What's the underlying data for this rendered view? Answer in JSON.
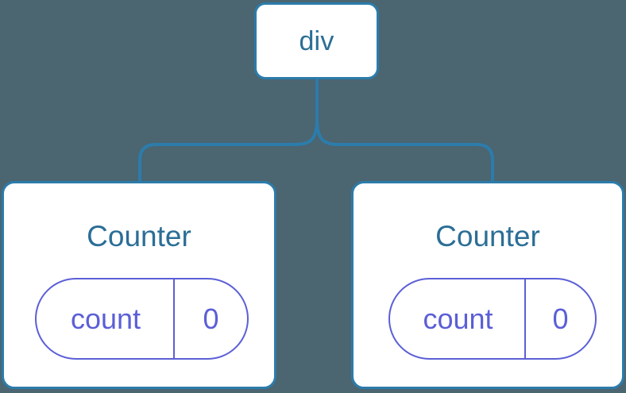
{
  "diagram": {
    "type": "component-tree",
    "background_color": "#4b6571",
    "node_border_color": "#2c7cab",
    "node_fill_color": "#ffffff",
    "node_label_color": "#2b6e96",
    "state_color": "#5b5fd6",
    "connector_color": "#2c7cab",
    "root": {
      "label": "div"
    },
    "children": [
      {
        "label": "Counter",
        "state": {
          "key": "count",
          "value": "0"
        }
      },
      {
        "label": "Counter",
        "state": {
          "key": "count",
          "value": "0"
        }
      }
    ]
  }
}
